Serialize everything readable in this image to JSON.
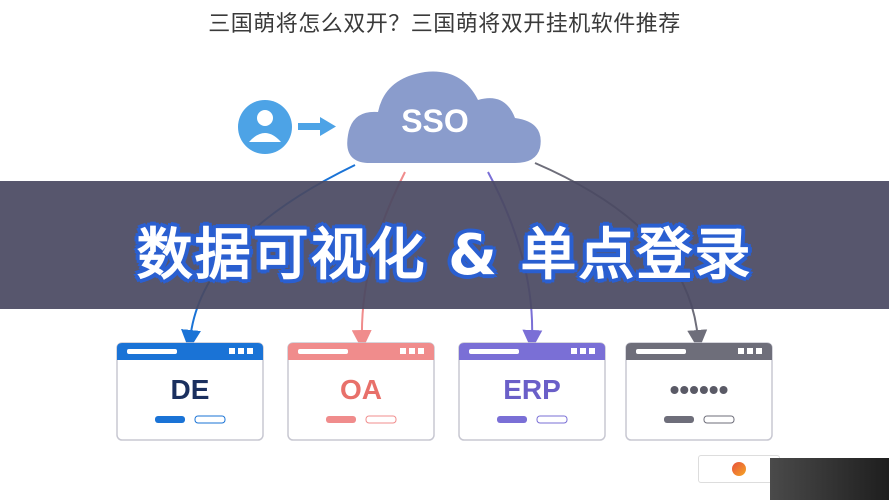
{
  "page_title": "三国萌将怎么双开？三国萌将双开挂机软件推荐",
  "cloud_label": "SSO",
  "banner_text": "数据可视化 & 单点登录",
  "systems": [
    {
      "label": "DE",
      "color": "#1a73d6",
      "label_color": "#1a2f5e"
    },
    {
      "label": "OA",
      "color": "#f08c8c",
      "label_color": "#e8706a"
    },
    {
      "label": "ERP",
      "color": "#7a6fd6",
      "label_color": "#6a5fc8"
    },
    {
      "label": "••••••",
      "color": "#6e6e7a",
      "label_color": "#5a5a66"
    }
  ],
  "colors": {
    "cloud": "#8a9ccc",
    "user_circle": "#4da3e6",
    "banner": "#4a4962",
    "banner_outline": "#2a5fd0"
  },
  "icons": {
    "user": "user-icon",
    "arrow": "arrow-right-icon",
    "watermark": "site-logo-icon"
  }
}
